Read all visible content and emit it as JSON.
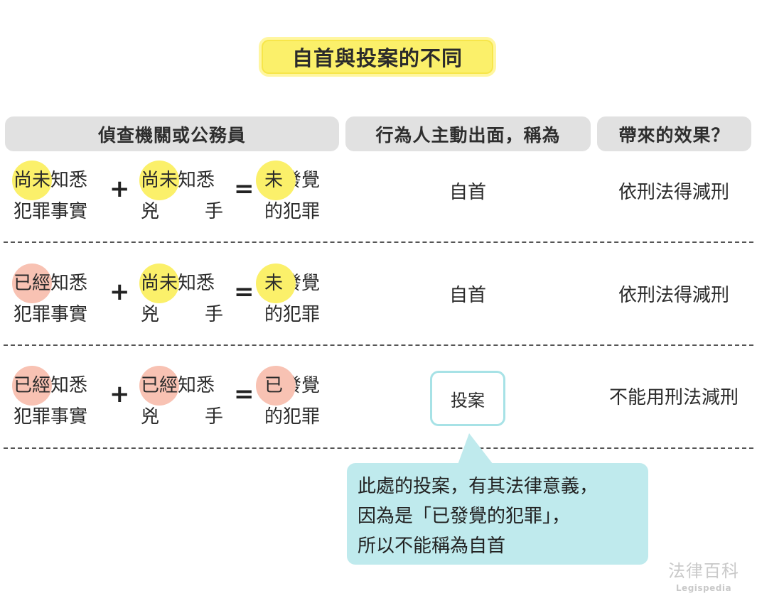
{
  "title": "自首與投案的不同",
  "headers": [
    "偵查機關或公務員",
    "行為人主動出面，稱為",
    "帶來的效果？"
  ],
  "rows": [
    {
      "fact": {
        "hl": "尚未",
        "l1_rest": "知悉",
        "l2": "犯罪事實",
        "color": "#fbf06a"
      },
      "plus": "+",
      "suspect": {
        "hl": "尚未",
        "l1_rest": "知悉",
        "l2a": "兇",
        "l2b": "手",
        "color": "#fbf06a"
      },
      "equals": "=",
      "crime": {
        "hl": "未",
        "l1_rest": "發覺",
        "l2": "的犯罪",
        "color": "#fbf06a"
      },
      "result": "自首",
      "effect": "依刑法得減刑"
    },
    {
      "fact": {
        "hl": "已經",
        "l1_rest": "知悉",
        "l2": "犯罪事實",
        "color": "#f8c2b3"
      },
      "plus": "+",
      "suspect": {
        "hl": "尚未",
        "l1_rest": "知悉",
        "l2a": "兇",
        "l2b": "手",
        "color": "#fbf06a"
      },
      "equals": "=",
      "crime": {
        "hl": "未",
        "l1_rest": "發覺",
        "l2": "的犯罪",
        "color": "#fbf06a"
      },
      "result": "自首",
      "effect": "依刑法得減刑"
    },
    {
      "fact": {
        "hl": "已經",
        "l1_rest": "知悉",
        "l2": "犯罪事實",
        "color": "#f8c2b3"
      },
      "plus": "+",
      "suspect": {
        "hl": "已經",
        "l1_rest": "知悉",
        "l2a": "兇",
        "l2b": "手",
        "color": "#f8c2b3"
      },
      "equals": "=",
      "crime": {
        "hl": "已",
        "l1_rest": "發覺",
        "l2": "的犯罪",
        "color": "#f8c2b3"
      },
      "result": "投案",
      "effect": "不能用刑法減刑"
    }
  ],
  "callout": {
    "lines": [
      "此處的投案，有其法律意義，",
      "因為是「已發覺的犯罪」，",
      "所以不能稱為自首"
    ],
    "color": "#bfeaed"
  },
  "logo": {
    "zh": "法律百科",
    "en": "Legispedia"
  }
}
